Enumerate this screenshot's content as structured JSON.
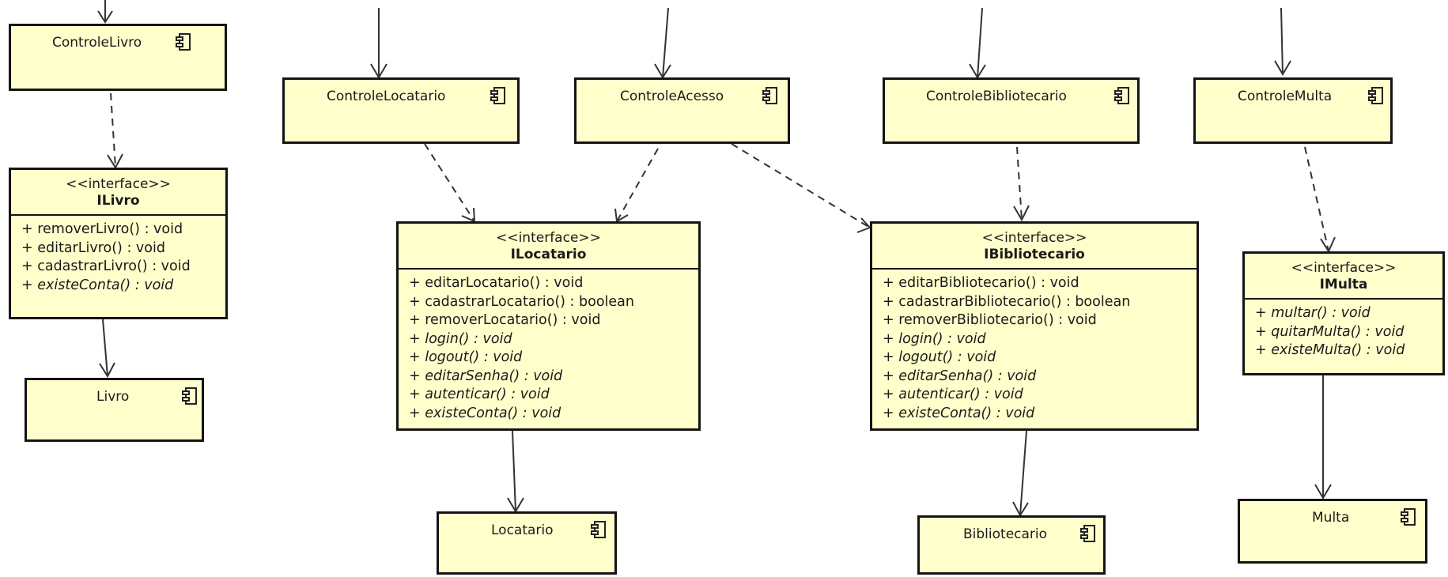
{
  "components": {
    "controle_livro": "ControleLivro",
    "livro": "Livro",
    "controle_locatario": "ControleLocatario",
    "controle_acesso": "ControleAcesso",
    "locatario": "Locatario",
    "controle_bibliotecario": "ControleBibliotecario",
    "bibliotecario": "Bibliotecario",
    "controle_multa": "ControleMulta",
    "multa": "Multa"
  },
  "interfaces": {
    "ilivro": {
      "stereotype": "<<interface>>",
      "name": "ILivro",
      "ops": [
        "+ removerLivro() : void",
        "+ editarLivro() : void",
        "+ cadastrarLivro() : void",
        "+ existeConta() : void"
      ]
    },
    "ilocatario": {
      "stereotype": "<<interface>>",
      "name": "ILocatario",
      "ops": [
        "+ editarLocatario() : void",
        "+ cadastrarLocatario() : boolean",
        "+ removerLocatario() : void",
        "+ login() : void",
        "+ logout() : void",
        "+ editarSenha() : void",
        "+ autenticar() : void",
        "+ existeConta() : void"
      ]
    },
    "ibibliotecario": {
      "stereotype": "<<interface>>",
      "name": "IBibliotecario",
      "ops": [
        "+ editarBibliotecario() : void",
        "+ cadastrarBibliotecario() : boolean",
        "+ removerBibliotecario() : void",
        "+ login() : void",
        "+ logout() : void",
        "+ editarSenha() : void",
        "+ autenticar() : void",
        "+ existeConta() : void"
      ]
    },
    "imulta": {
      "stereotype": "<<interface>>",
      "name": "IMulta",
      "ops": [
        "+ multar() : void",
        "+ quitarMulta() : void",
        "+ existeMulta() : void"
      ]
    }
  },
  "colors": {
    "fill": "#ffffcc",
    "stroke": "#141414"
  }
}
